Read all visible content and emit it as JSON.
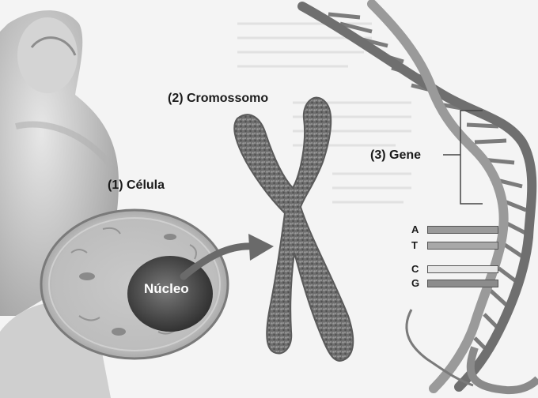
{
  "labels": {
    "cell": "(1) Célula",
    "chromosome": "(2) Cromossomo",
    "gene": "(3) Gene",
    "nucleus": "Núcleo"
  },
  "base_pairs": [
    {
      "letter": "A"
    },
    {
      "letter": "T"
    },
    {
      "letter": "C"
    },
    {
      "letter": "G"
    }
  ],
  "colors": {
    "text": "#1a1a1a",
    "nucleus_label": "#ffffff"
  },
  "icons": {
    "figure": "human-silhouette",
    "cell": "cell-illustration",
    "chromosome": "x-chromosome",
    "dna": "dna-double-helix",
    "arrow": "curved-arrow"
  }
}
